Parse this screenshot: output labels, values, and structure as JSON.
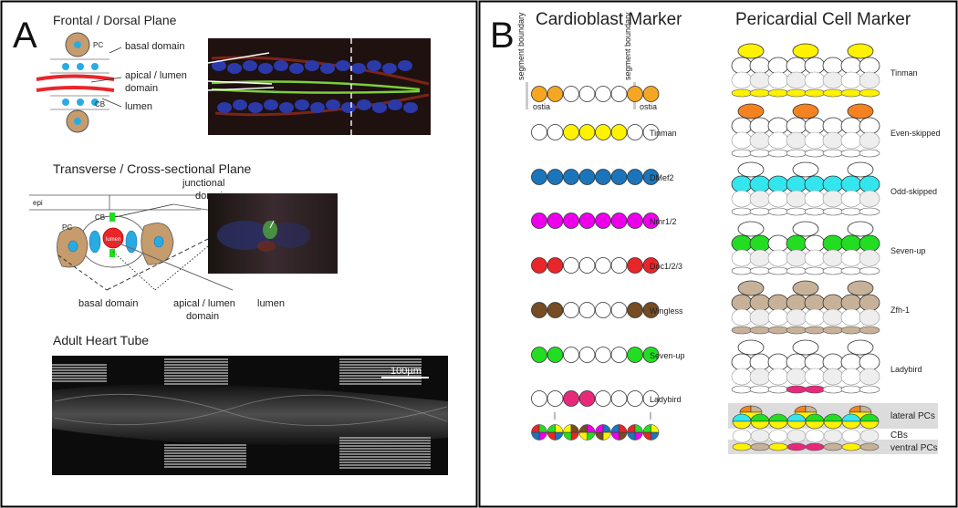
{
  "panel_a": {
    "letter": "A",
    "frontal": {
      "title": "Frontal / Dorsal Plane",
      "labels": {
        "pc": "PC",
        "cb": "CB",
        "basal": "basal domain",
        "apical_line1": "apical / lumen",
        "apical_line2": "domain",
        "lumen": "lumen"
      }
    },
    "transverse": {
      "title": "Transverse / Cross-sectional Plane",
      "labels": {
        "epi": "epi",
        "pc": "PC",
        "cb": "CB",
        "lumen_in_cell": "lumen",
        "junctional_line1": "junctional",
        "junctional_line2": "domain",
        "basal": "basal domain",
        "apical_line1": "apical / lumen",
        "apical_line2": "domain",
        "lumen": "lumen"
      }
    },
    "adult": {
      "title": "Adult Heart Tube",
      "scale_bar": "100µm"
    }
  },
  "panel_b": {
    "letter": "B",
    "cardioblast": {
      "title": "Cardioblast  Marker",
      "segment_boundary": "segment boundary",
      "ostia": "ostia",
      "rows": [
        {
          "name": "",
          "colors": [
            "#f5a623",
            "#f5a623",
            "#ffffff",
            "#ffffff",
            "#ffffff",
            "#ffffff",
            "#f5a623",
            "#f5a623"
          ]
        },
        {
          "name": "Tinman",
          "colors": [
            "#ffffff",
            "#ffffff",
            "#fff200",
            "#fff200",
            "#fff200",
            "#fff200",
            "#ffffff",
            "#ffffff"
          ]
        },
        {
          "name": "DMef2",
          "colors": [
            "#1b75bb",
            "#1b75bb",
            "#1b75bb",
            "#1b75bb",
            "#1b75bb",
            "#1b75bb",
            "#1b75bb",
            "#1b75bb"
          ]
        },
        {
          "name": "Nmr1/2",
          "colors": [
            "#ec00ec",
            "#ec00ec",
            "#ec00ec",
            "#ec00ec",
            "#ec00ec",
            "#ec00ec",
            "#ec00ec",
            "#ec00ec"
          ]
        },
        {
          "name": "Doc1/2/3",
          "colors": [
            "#e8262a",
            "#e8262a",
            "#ffffff",
            "#ffffff",
            "#ffffff",
            "#ffffff",
            "#e8262a",
            "#e8262a"
          ]
        },
        {
          "name": "Wingless",
          "colors": [
            "#754c24",
            "#754c24",
            "#ffffff",
            "#ffffff",
            "#ffffff",
            "#ffffff",
            "#754c24",
            "#754c24"
          ]
        },
        {
          "name": "Seven-up",
          "colors": [
            "#22dd22",
            "#22dd22",
            "#ffffff",
            "#ffffff",
            "#ffffff",
            "#ffffff",
            "#22dd22",
            "#22dd22"
          ]
        },
        {
          "name": "Ladybird",
          "colors": [
            "#ffffff",
            "#ffffff",
            "#e8297a",
            "#e8297a",
            "#ffffff",
            "#ffffff",
            "#ffffff",
            "#ffffff"
          ]
        }
      ]
    },
    "pericardial": {
      "title": "Pericardial Cell Marker",
      "rows": [
        {
          "name": "Tinman",
          "top": "#fff200",
          "mid": "white",
          "bottom": "#fff200"
        },
        {
          "name": "Even-skipped",
          "top": "#f58220",
          "mid": "none",
          "bottom": "none"
        },
        {
          "name": "Odd-skipped",
          "top": "none",
          "mid": "#33e6ee",
          "bottom": "none"
        },
        {
          "name": "Seven-up",
          "top": "none",
          "mid": "#22dd22",
          "bottom": "none"
        },
        {
          "name": "Zfh-1",
          "top": "#c7b299",
          "mid": "#c7b299",
          "bottom": "#c7b299"
        },
        {
          "name": "Ladybird",
          "top": "none",
          "mid": "none",
          "bottom": "#e8297a"
        }
      ],
      "legend": {
        "lateral": "lateral PCs",
        "cbs": "CBs",
        "ventral": "ventral PCs"
      }
    }
  }
}
